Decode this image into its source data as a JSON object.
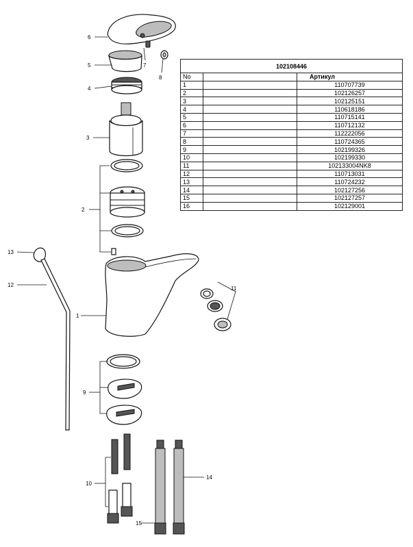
{
  "table": {
    "title": "102108446",
    "col_no": "No",
    "col_article": "Артикул",
    "rows": [
      {
        "no": "1",
        "article": "110707739"
      },
      {
        "no": "2",
        "article": "102126257"
      },
      {
        "no": "3",
        "article": "102125151"
      },
      {
        "no": "4",
        "article": "110618186"
      },
      {
        "no": "5",
        "article": "110715141"
      },
      {
        "no": "6",
        "article": "110712132"
      },
      {
        "no": "7",
        "article": "112222056"
      },
      {
        "no": "8",
        "article": "110724365"
      },
      {
        "no": "9",
        "article": "102199326"
      },
      {
        "no": "10",
        "article": "102199330"
      },
      {
        "no": "11",
        "article": "102133004NK8"
      },
      {
        "no": "12",
        "article": "110713031"
      },
      {
        "no": "13",
        "article": "110724232"
      },
      {
        "no": "14",
        "article": "102127256"
      },
      {
        "no": "15",
        "article": "102127257"
      },
      {
        "no": "16",
        "article": "102129001"
      }
    ]
  },
  "callouts": {
    "c1": "1",
    "c2": "2",
    "c3": "3",
    "c4": "4",
    "c5": "5",
    "c6": "6",
    "c7": "7",
    "c8": "8",
    "c9": "9",
    "c10": "10",
    "c11": "11",
    "c12": "12",
    "c13": "13",
    "c14": "14",
    "c15": "15"
  }
}
